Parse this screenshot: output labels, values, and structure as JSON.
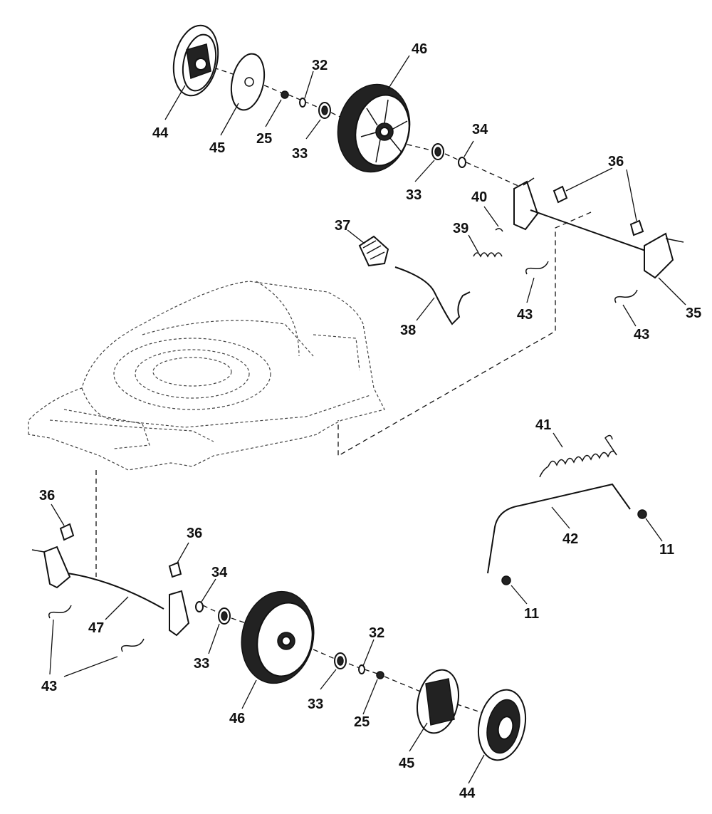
{
  "labels": {
    "l44a": "44",
    "l45a": "45",
    "l25a": "25",
    "l32a": "32",
    "l33a": "33",
    "l46a": "46",
    "l33b": "33",
    "l34a": "34",
    "l40": "40",
    "l39": "39",
    "l37": "37",
    "l38": "38",
    "l36a": "36",
    "l35": "35",
    "l43a": "43",
    "l43b": "43",
    "l41": "41",
    "l42": "42",
    "l11a": "11",
    "l11b": "11",
    "l36b": "36",
    "l36c": "36",
    "l34b": "34",
    "l47": "47",
    "l33c": "33",
    "l43c": "43",
    "l46b": "46",
    "l32b": "32",
    "l33d": "33",
    "l25b": "25",
    "l45b": "45",
    "l44b": "44"
  }
}
